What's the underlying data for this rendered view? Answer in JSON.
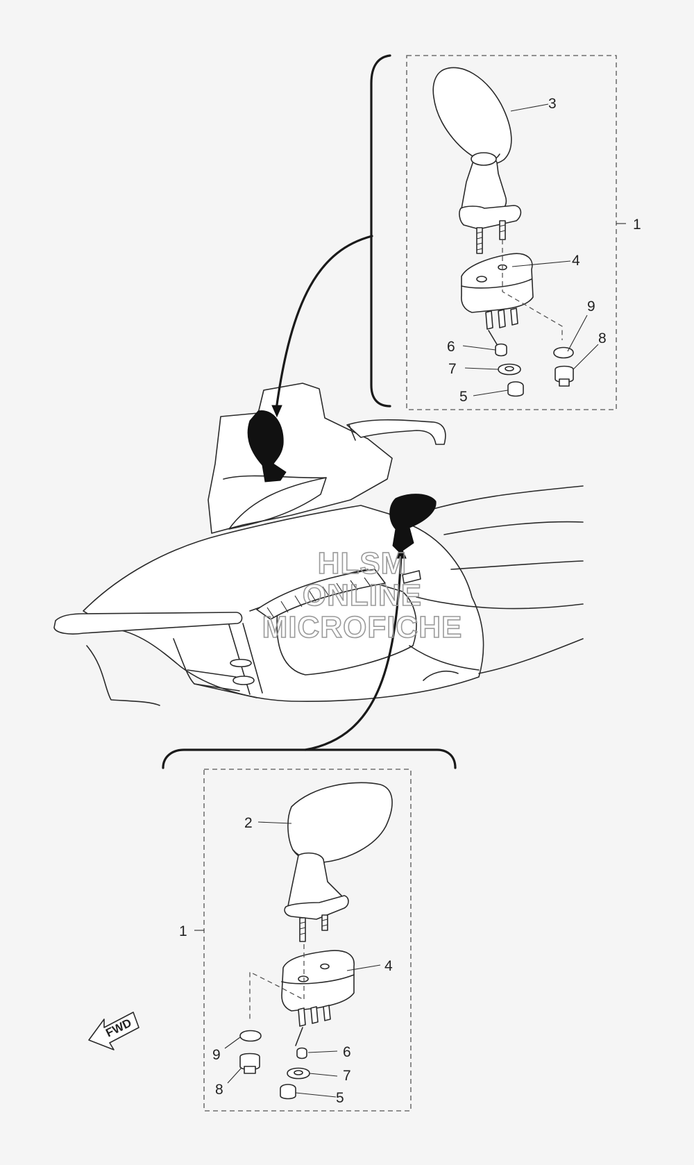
{
  "callouts": {
    "top": {
      "assembly": "1",
      "mirror_right": "3",
      "base": "4",
      "washer_a": "9",
      "nut_a": "8",
      "nut_b": "6",
      "washer_b": "7",
      "cap_nut": "5"
    },
    "bottom": {
      "assembly": "1",
      "mirror_left": "2",
      "base": "4",
      "nut_b": "6",
      "washer_b": "7",
      "cap_nut": "5",
      "washer_a": "9",
      "nut_a": "8"
    }
  },
  "watermark": {
    "line1": "HLSM",
    "line2": "ONLINE",
    "line3": "MICROFICHE"
  },
  "direction_arrow": {
    "label": "FWD",
    "icon": "fwd-arrow-icon"
  },
  "colors": {
    "background": "#f5f5f5",
    "line": "#2a2a2a",
    "watermark": "#9a9a9a"
  }
}
